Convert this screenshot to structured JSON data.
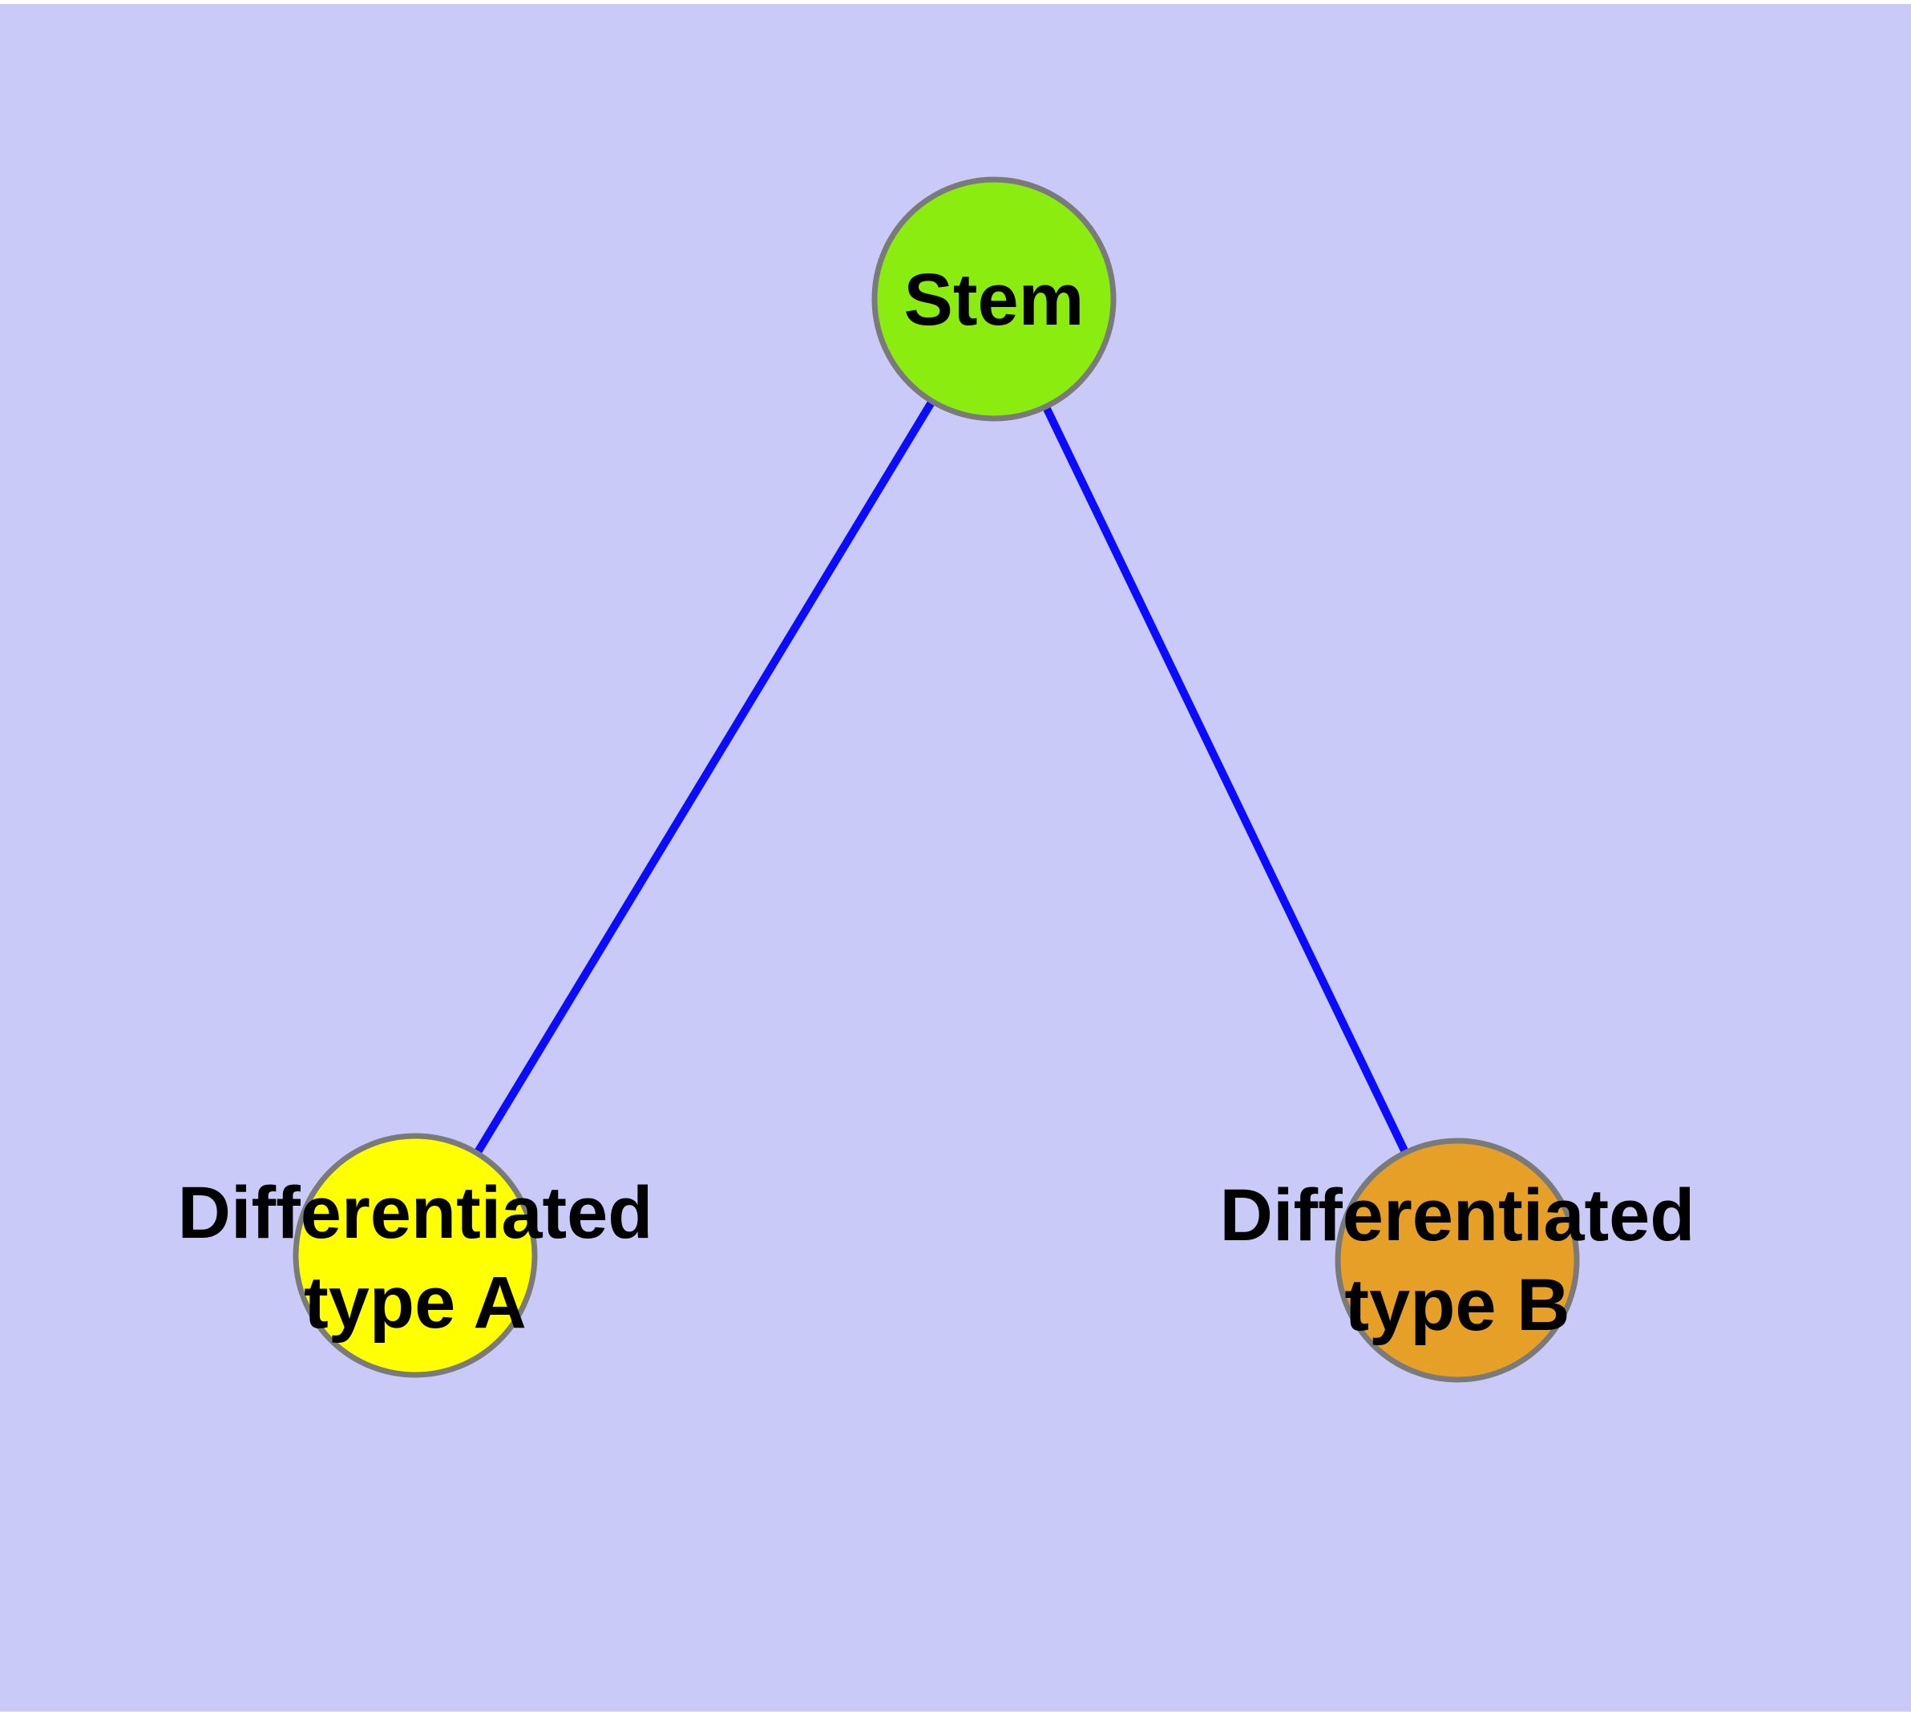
{
  "diagram": {
    "type": "node-link-graph",
    "colors": {
      "background": "#CACAF8",
      "frame": "#FFFFFF",
      "edge": "#0B0BFF",
      "node_border": "#7A7A7A",
      "label_text": "#000000"
    },
    "nodes": [
      {
        "id": "stem",
        "lines": [
          "Stem"
        ],
        "fill": "#8BED0F"
      },
      {
        "id": "differentiated-type-a",
        "lines": [
          "Differentiated",
          "type A"
        ],
        "fill": "#FFFF00"
      },
      {
        "id": "differentiated-type-b",
        "lines": [
          "Differentiated",
          "type B"
        ],
        "fill": "#E6A028"
      }
    ],
    "edges": [
      {
        "from": "stem",
        "to": "differentiated-type-a"
      },
      {
        "from": "stem",
        "to": "differentiated-type-b"
      }
    ]
  }
}
